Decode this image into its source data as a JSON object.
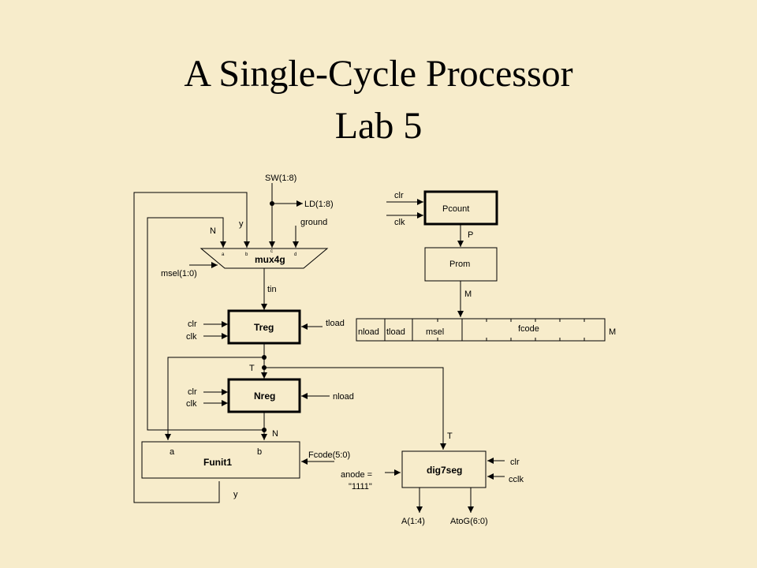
{
  "slide": {
    "title_line1": "A Single-Cycle Processor",
    "title_line2": "Lab 5"
  },
  "diagram": {
    "mux": {
      "name": "mux4g",
      "inputs": [
        "a",
        "b",
        "c",
        "d"
      ],
      "top_labels": {
        "n": "N",
        "y": "y",
        "sw": "SW(1:8)",
        "ground": "ground"
      },
      "ld": "LD(1:8)",
      "sel": "msel(1:0)",
      "out": "tin"
    },
    "treg": {
      "name": "Treg",
      "clr": "clr",
      "clk": "clk",
      "load": "tload",
      "out": "T"
    },
    "nreg": {
      "name": "Nreg",
      "clr": "clr",
      "clk": "clk",
      "load": "nload",
      "out": "N"
    },
    "funit": {
      "name": "Funit1",
      "a": "a",
      "b": "b",
      "fcode": "Fcode(5:0)",
      "out": "y"
    },
    "pcount": {
      "name": "Pcount",
      "clr": "clr",
      "clk": "clk",
      "out": "P"
    },
    "prom": {
      "name": "Prom",
      "out": "M"
    },
    "instruction": {
      "fields": [
        "nload",
        "tload",
        "msel",
        "fcode"
      ],
      "label": "M"
    },
    "dig7seg": {
      "name": "dig7seg",
      "in": "T",
      "clr": "clr",
      "cclk": "cclk",
      "anode_line1": "anode =",
      "anode_line2": "\"1111\"",
      "out_a": "A(1:4)",
      "out_atog": "AtoG(6:0)"
    }
  }
}
